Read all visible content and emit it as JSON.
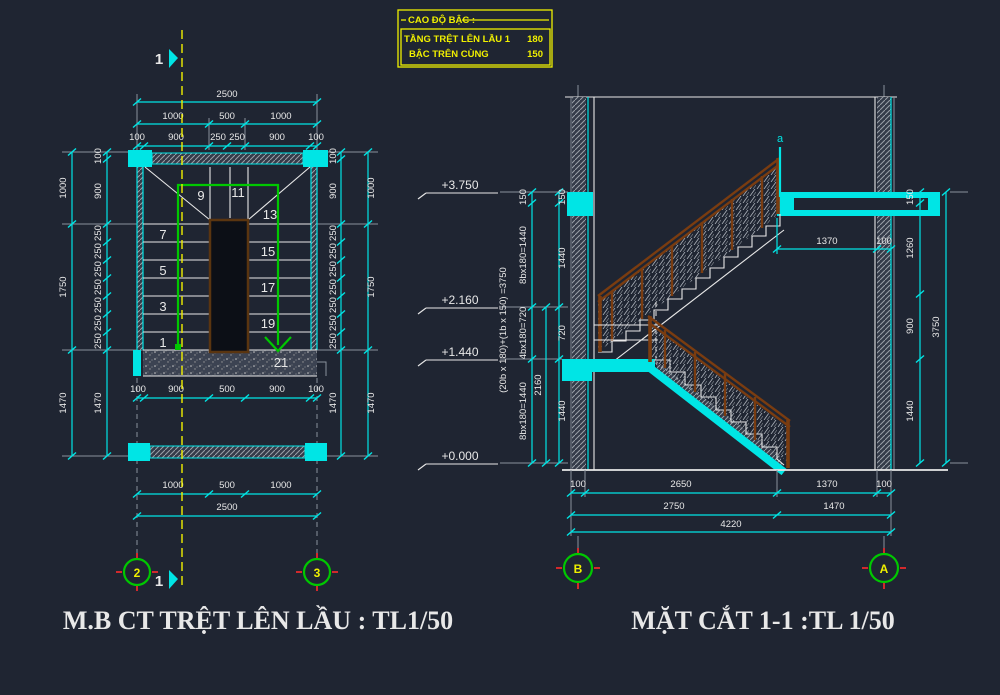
{
  "legend": {
    "title": "CAO ĐỘ BẬC :",
    "rows": [
      {
        "label": "TẦNG TRỆT LÊN LẦU 1",
        "value": "180"
      },
      {
        "label": "BẬC TRÊN CÙNG",
        "value": "150"
      }
    ]
  },
  "plan": {
    "title": "M.B CT TRỆT LÊN LẦU : TL1/50",
    "section_cut_label": "1",
    "grid_bubbles": [
      "2",
      "3"
    ],
    "steps": [
      "1",
      "3",
      "5",
      "7",
      "9",
      "11",
      "13",
      "15",
      "17",
      "19",
      "21"
    ],
    "dim_top": {
      "total": "2500",
      "mid": [
        "1000",
        "500",
        "1000"
      ],
      "inner": [
        "100",
        "900",
        "250",
        "250",
        "900",
        "100"
      ]
    },
    "dim_bottom": {
      "inner": [
        "100",
        "900",
        "500",
        "900",
        "100"
      ],
      "mid": [
        "1000",
        "500",
        "1000"
      ],
      "total": "2500"
    },
    "dim_left_outer": [
      "1000",
      "1750",
      "1470"
    ],
    "dim_left_inner": [
      "100",
      "900",
      "250",
      "250",
      "250",
      "250",
      "250",
      "250",
      "250",
      "1470"
    ],
    "dim_right_inner": [
      "100",
      "900",
      "250",
      "250",
      "250",
      "250",
      "250",
      "250",
      "250",
      "1470"
    ],
    "dim_right_outer": [
      "1000",
      "1750",
      "1470"
    ]
  },
  "section": {
    "title": "MẶT CẮT 1-1 :TL 1/50",
    "detail_marker": "a",
    "grid_bubbles": [
      "B",
      "A"
    ],
    "elevations": [
      "+3.750",
      "+2.160",
      "+1.440",
      "+0.000"
    ],
    "riser_note": "(20b x 180)+(1b x 150) =3750",
    "dim_left_flights": [
      "150",
      "8bx180=1440",
      "4bx180=720",
      "8bx180=1440"
    ],
    "dim_left_heights": [
      "150",
      "1440",
      "720",
      "1440"
    ],
    "dim_left_total": "2160",
    "dim_right_heights": [
      "150",
      "1260",
      "900",
      "1440"
    ],
    "dim_right_total": "3750",
    "dim_landing": [
      "1370",
      "100"
    ],
    "dim_bottom_row1": [
      "100",
      "2650",
      "1370",
      "100"
    ],
    "dim_bottom_row2": [
      "2750",
      "1470"
    ],
    "dim_bottom_row3": [
      "4220"
    ]
  },
  "colors": {
    "background": "#1f2532",
    "line_cyan": "#00e5e5",
    "line_yellow": "#f0f000",
    "line_green": "#00c800",
    "line_white": "#e8e8e8",
    "line_red": "#ff2a2a",
    "railing_brown": "#7a3c10",
    "hatch_gray": "#9aa0a8"
  }
}
